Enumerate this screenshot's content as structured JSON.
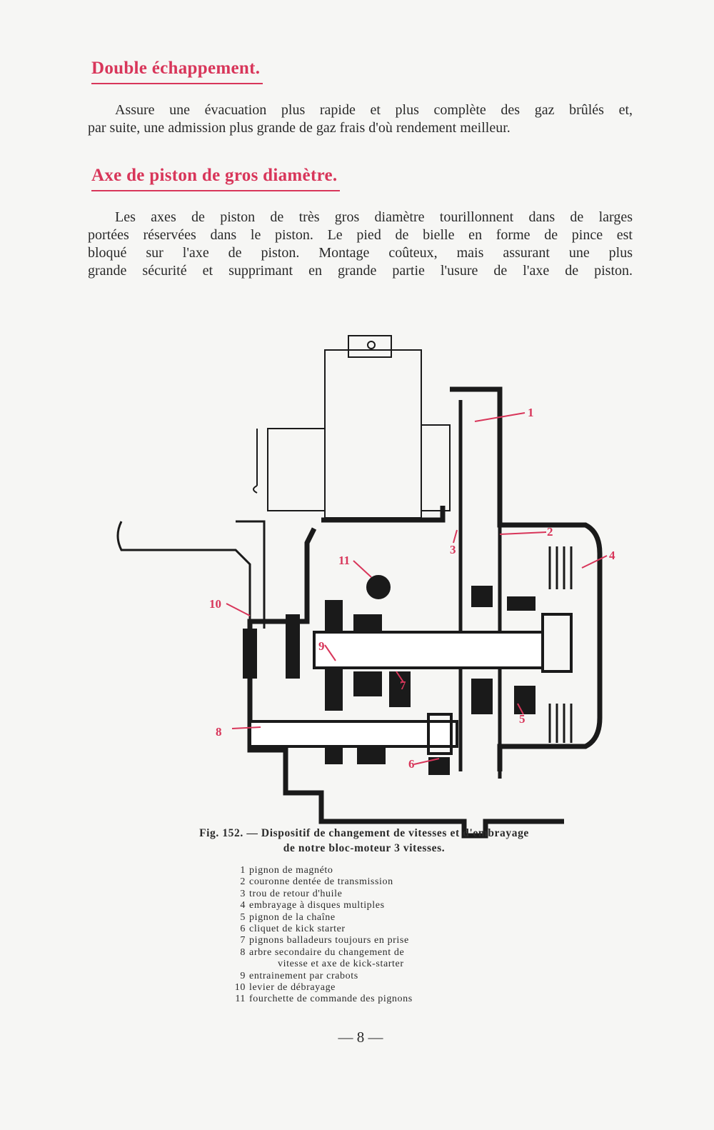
{
  "sections": [
    {
      "heading": "Double échappement.",
      "lines": [
        "Assure une évacuation plus rapide et plus complète des gaz brûlés et,",
        "par suite, une admission plus grande de gaz frais d'où rendement meilleur."
      ]
    },
    {
      "heading": "Axe de piston de gros diamètre.",
      "lines": [
        "Les axes de piston de très gros diamètre tourillonnent dans de larges",
        "portées réservées dans le piston. Le pied de bielle en forme de pince est",
        "bloqué sur l'axe de piston. Montage coûteux, mais assurant une plus",
        "grande sécurité et supprimant en grande partie l'usure de l'axe de piston."
      ]
    }
  ],
  "figure": {
    "callouts": [
      "1",
      "2",
      "3",
      "4",
      "5",
      "6",
      "7",
      "8",
      "9",
      "10",
      "11"
    ],
    "caption_line1": "Fig. 152. — Dispositif de changement de vitesses et d'embrayage",
    "caption_line2": "de notre bloc-moteur 3 vitesses.",
    "legend": [
      {
        "n": "1",
        "text": "pignon de magnéto"
      },
      {
        "n": "2",
        "text": "couronne dentée de transmission"
      },
      {
        "n": "3",
        "text": "trou de retour d'huile"
      },
      {
        "n": "4",
        "text": "embrayage à disques multiples"
      },
      {
        "n": "5",
        "text": "pignon de la chaîne"
      },
      {
        "n": "6",
        "text": "cliquet de kick starter"
      },
      {
        "n": "7",
        "text": "pignons balladeurs toujours en prise"
      },
      {
        "n": "8",
        "text": "arbre secondaire du changement de",
        "cont": "vitesse et axe de kick-starter"
      },
      {
        "n": "9",
        "text": "entrainement par crabots"
      },
      {
        "n": "10",
        "text": "levier de débrayage"
      },
      {
        "n": "11",
        "text": "fourchette de commande des pignons"
      }
    ]
  },
  "page_number": "— 8 —",
  "colors": {
    "heading": "#d8365a",
    "text": "#2a2a2a",
    "paper": "#f6f6f4"
  }
}
